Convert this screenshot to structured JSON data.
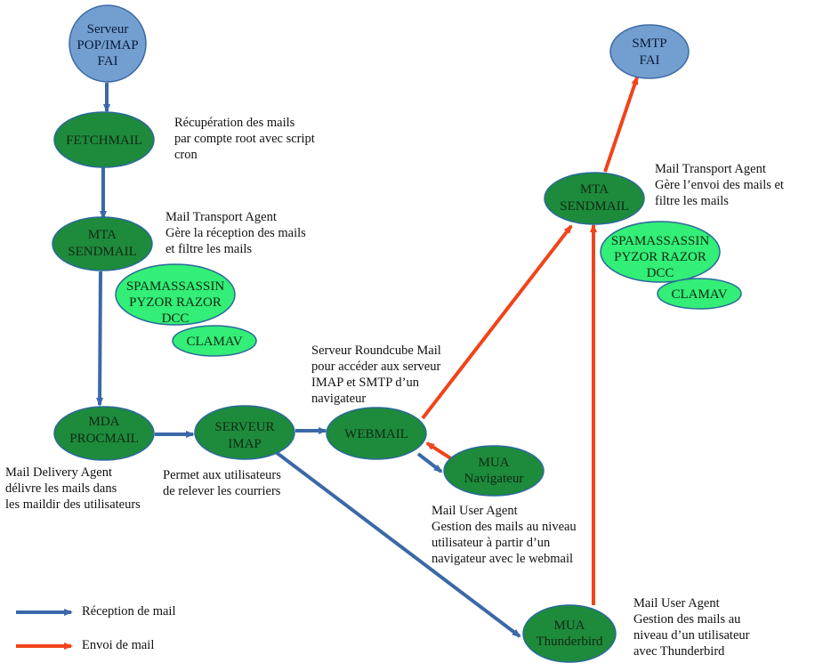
{
  "colors": {
    "server_fill": "#729fcf",
    "server_stroke": "#3d6aa8",
    "agent_fill": "#1e8a3c",
    "agent_stroke": "#2a6a9a",
    "filter_fill": "#33ee77",
    "filter_stroke": "#2a6a9a",
    "reception_arrow": "#3b68a8",
    "sending_arrow": "#f0441a"
  },
  "nodes": {
    "pop_imap_server": [
      "Serveur",
      "POP/IMAP",
      "FAI"
    ],
    "fetchmail": [
      "FETCHMAIL"
    ],
    "mta_reception": [
      "MTA",
      "SENDMAIL"
    ],
    "filters_reception": [
      "SPAMASSASSIN",
      "PYZOR RAZOR",
      "DCC"
    ],
    "clamav_reception": [
      "CLAMAV"
    ],
    "mda_procmail": [
      "MDA",
      "PROCMAIL"
    ],
    "imap_server": [
      "SERVEUR",
      "IMAP"
    ],
    "webmail": [
      "WEBMAIL"
    ],
    "mua_browser": [
      "MUA",
      "Navigateur"
    ],
    "smtp_server": [
      "SMTP",
      "FAI"
    ],
    "mta_sending": [
      "MTA",
      "SENDMAIL"
    ],
    "filters_sending": [
      "SPAMASSASSIN",
      "PYZOR RAZOR",
      "DCC"
    ],
    "clamav_sending": [
      "CLAMAV"
    ],
    "mua_thunderbird": [
      "MUA",
      "Thunderbird"
    ]
  },
  "notes": {
    "fetchmail": "Récupération des mails\npar compte root avec script\ncron",
    "mta_reception": "Mail Transport Agent\nGère la réception des mails\net filtre les mails",
    "mda": "Mail Delivery Agent\ndélivre les mails dans\nles maildir des utilisateurs",
    "imap": "Permet aux utilisateurs\nde relever les courriers",
    "webmail": "Serveur Roundcube Mail\npour accéder aux serveur\nIMAP et SMTP d’un\nnavigateur",
    "mua_browser": "Mail User Agent\nGestion des mails au niveau\nutilisateur à partir d’un\nnavigateur avec le webmail",
    "mta_sending": "Mail Transport Agent\nGère l’envoi des mails et\nfiltre les mails",
    "mua_thunderbird": "Mail User Agent\nGestion des mails au\nniveau d’un utilisateur\navec Thunderbird"
  },
  "legend": {
    "reception": "Réception de mail",
    "sending": "Envoi de mail"
  }
}
